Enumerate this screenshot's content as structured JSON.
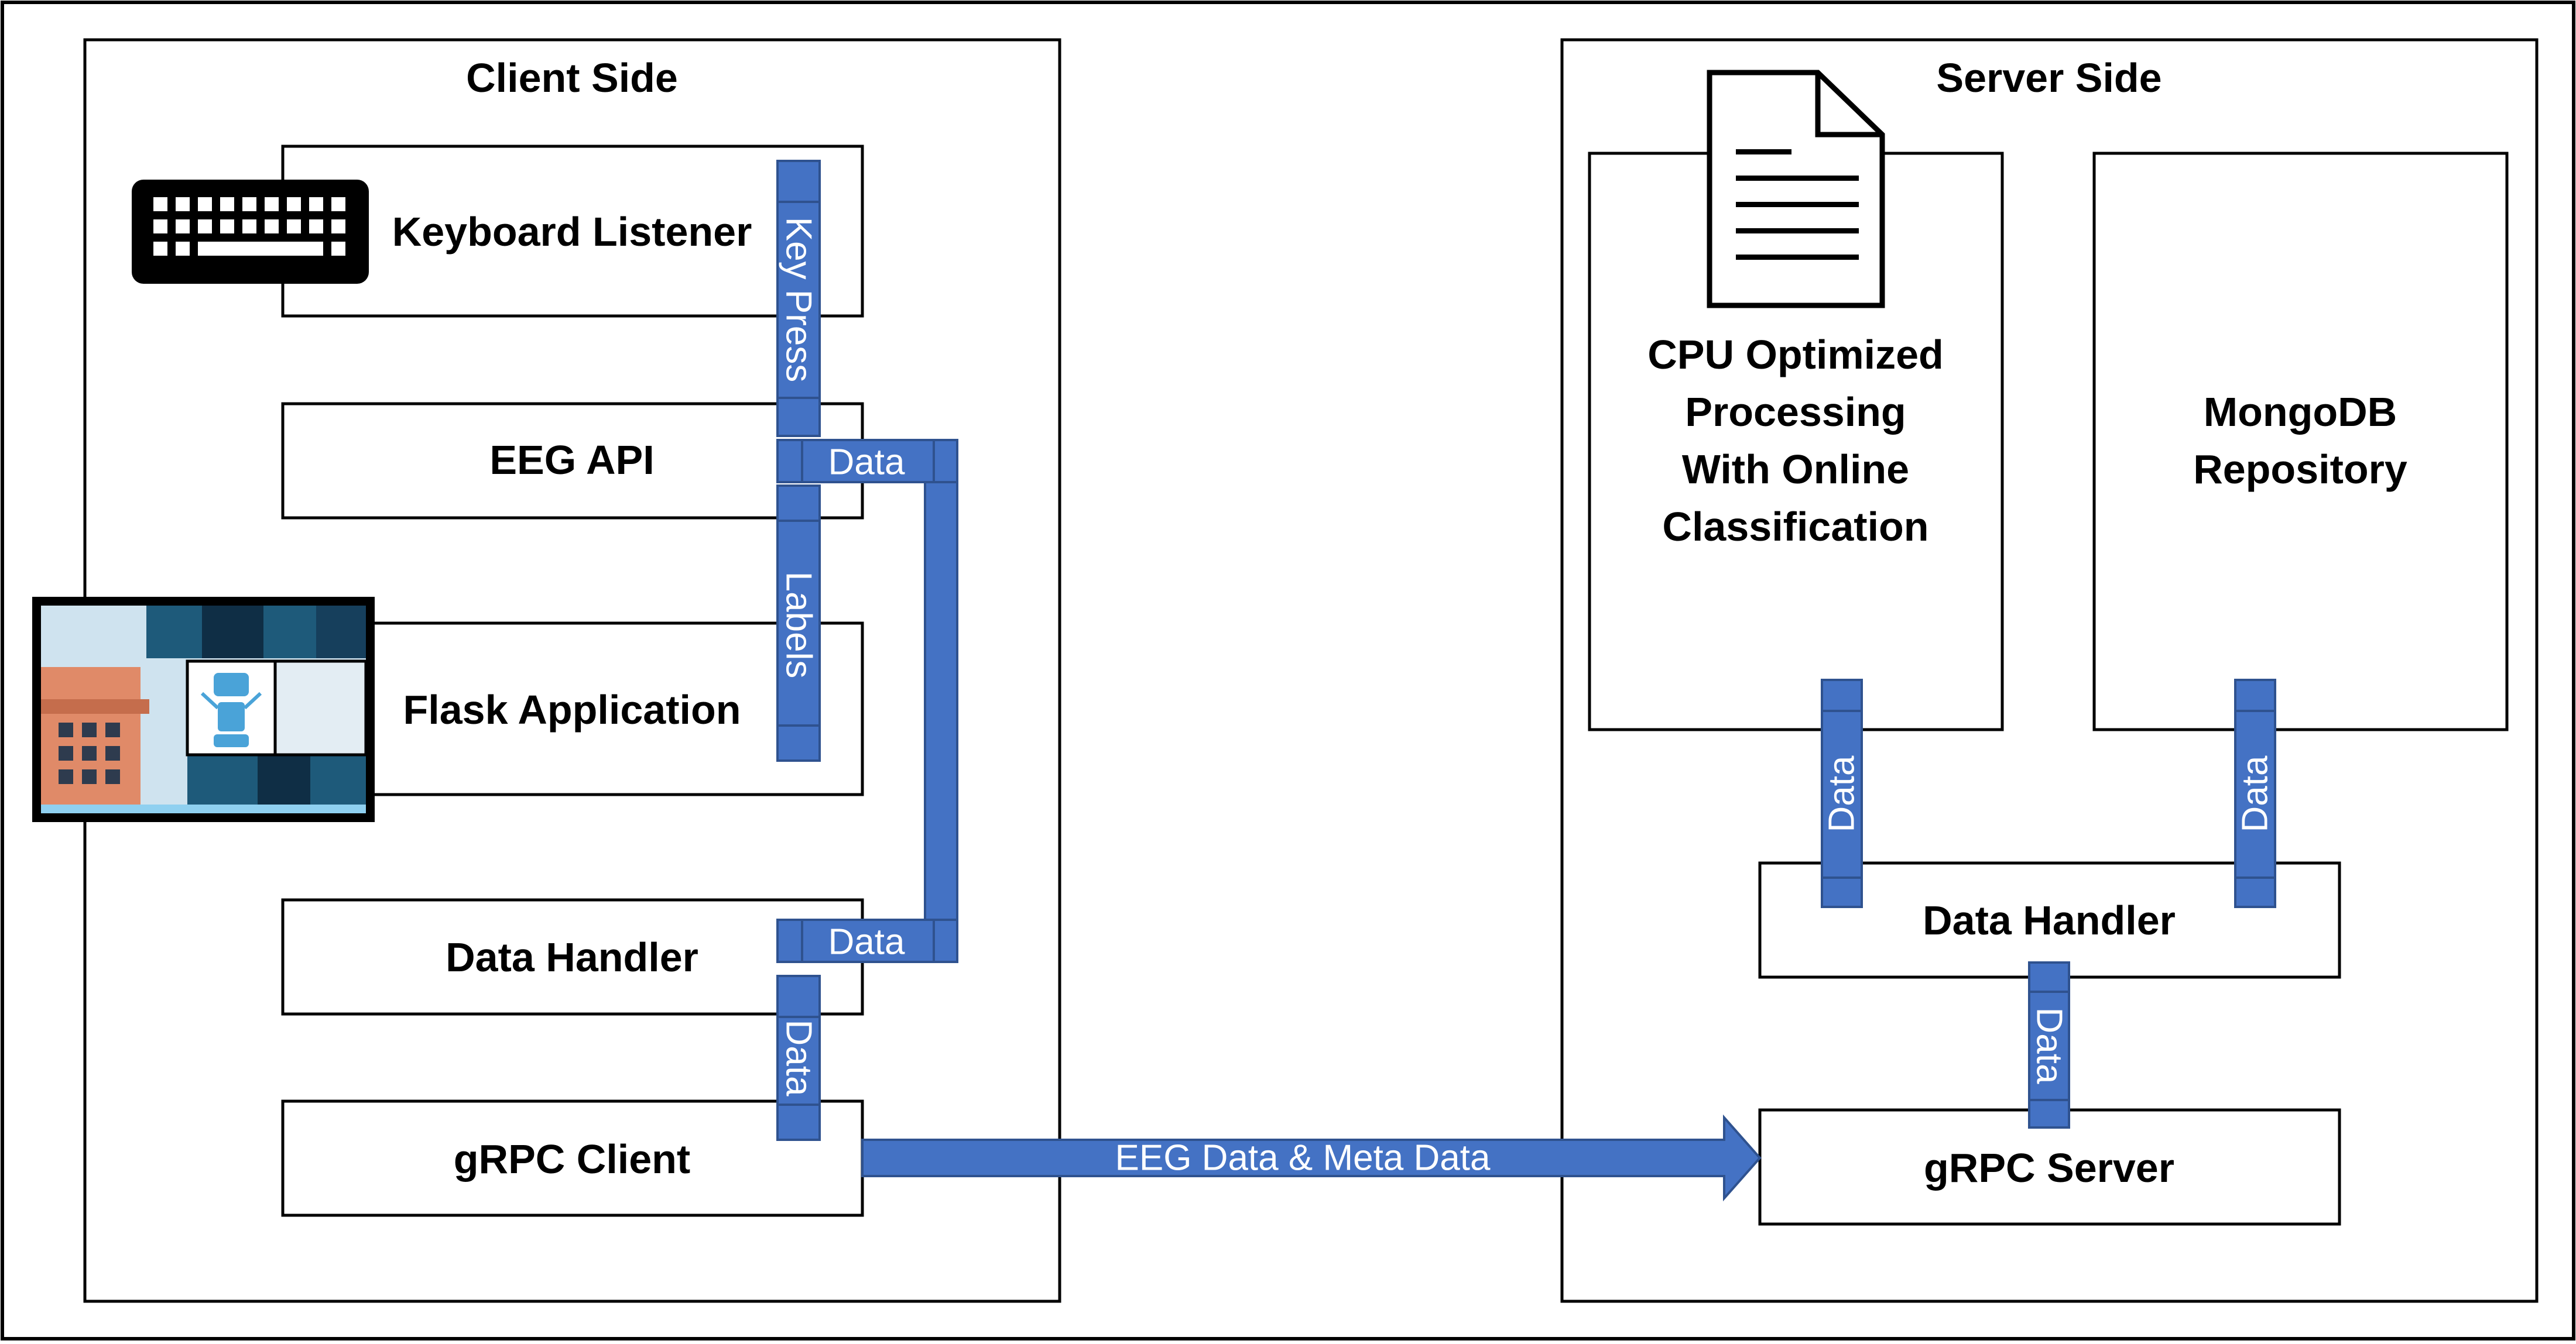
{
  "client": {
    "title": "Client Side",
    "keyboard_listener": "Keyboard Listener",
    "eeg_api": "EEG API",
    "flask_application": "Flask Application",
    "data_handler": "Data Handler",
    "grpc_client": "gRPC Client"
  },
  "server": {
    "title": "Server Side",
    "cpu_line1": "CPU Optimized",
    "cpu_line2": "Processing",
    "cpu_line3": "With Online",
    "cpu_line4": "Classification",
    "mongo_line1": "MongoDB",
    "mongo_line2": "Repository",
    "data_handler": "Data Handler",
    "grpc_server": "gRPC Server"
  },
  "flows": {
    "key_press": "Key Press",
    "labels": "Labels",
    "data": "Data",
    "eeg_meta": "EEG Data & Meta Data"
  },
  "icons": {
    "keyboard": "keyboard-icon",
    "document": "document-icon",
    "flask_app": "robot-app-screenshot-icon"
  },
  "colors": {
    "pipe_fill": "#4472c4",
    "pipe_stroke": "#2f528f",
    "outline": "#000000"
  }
}
